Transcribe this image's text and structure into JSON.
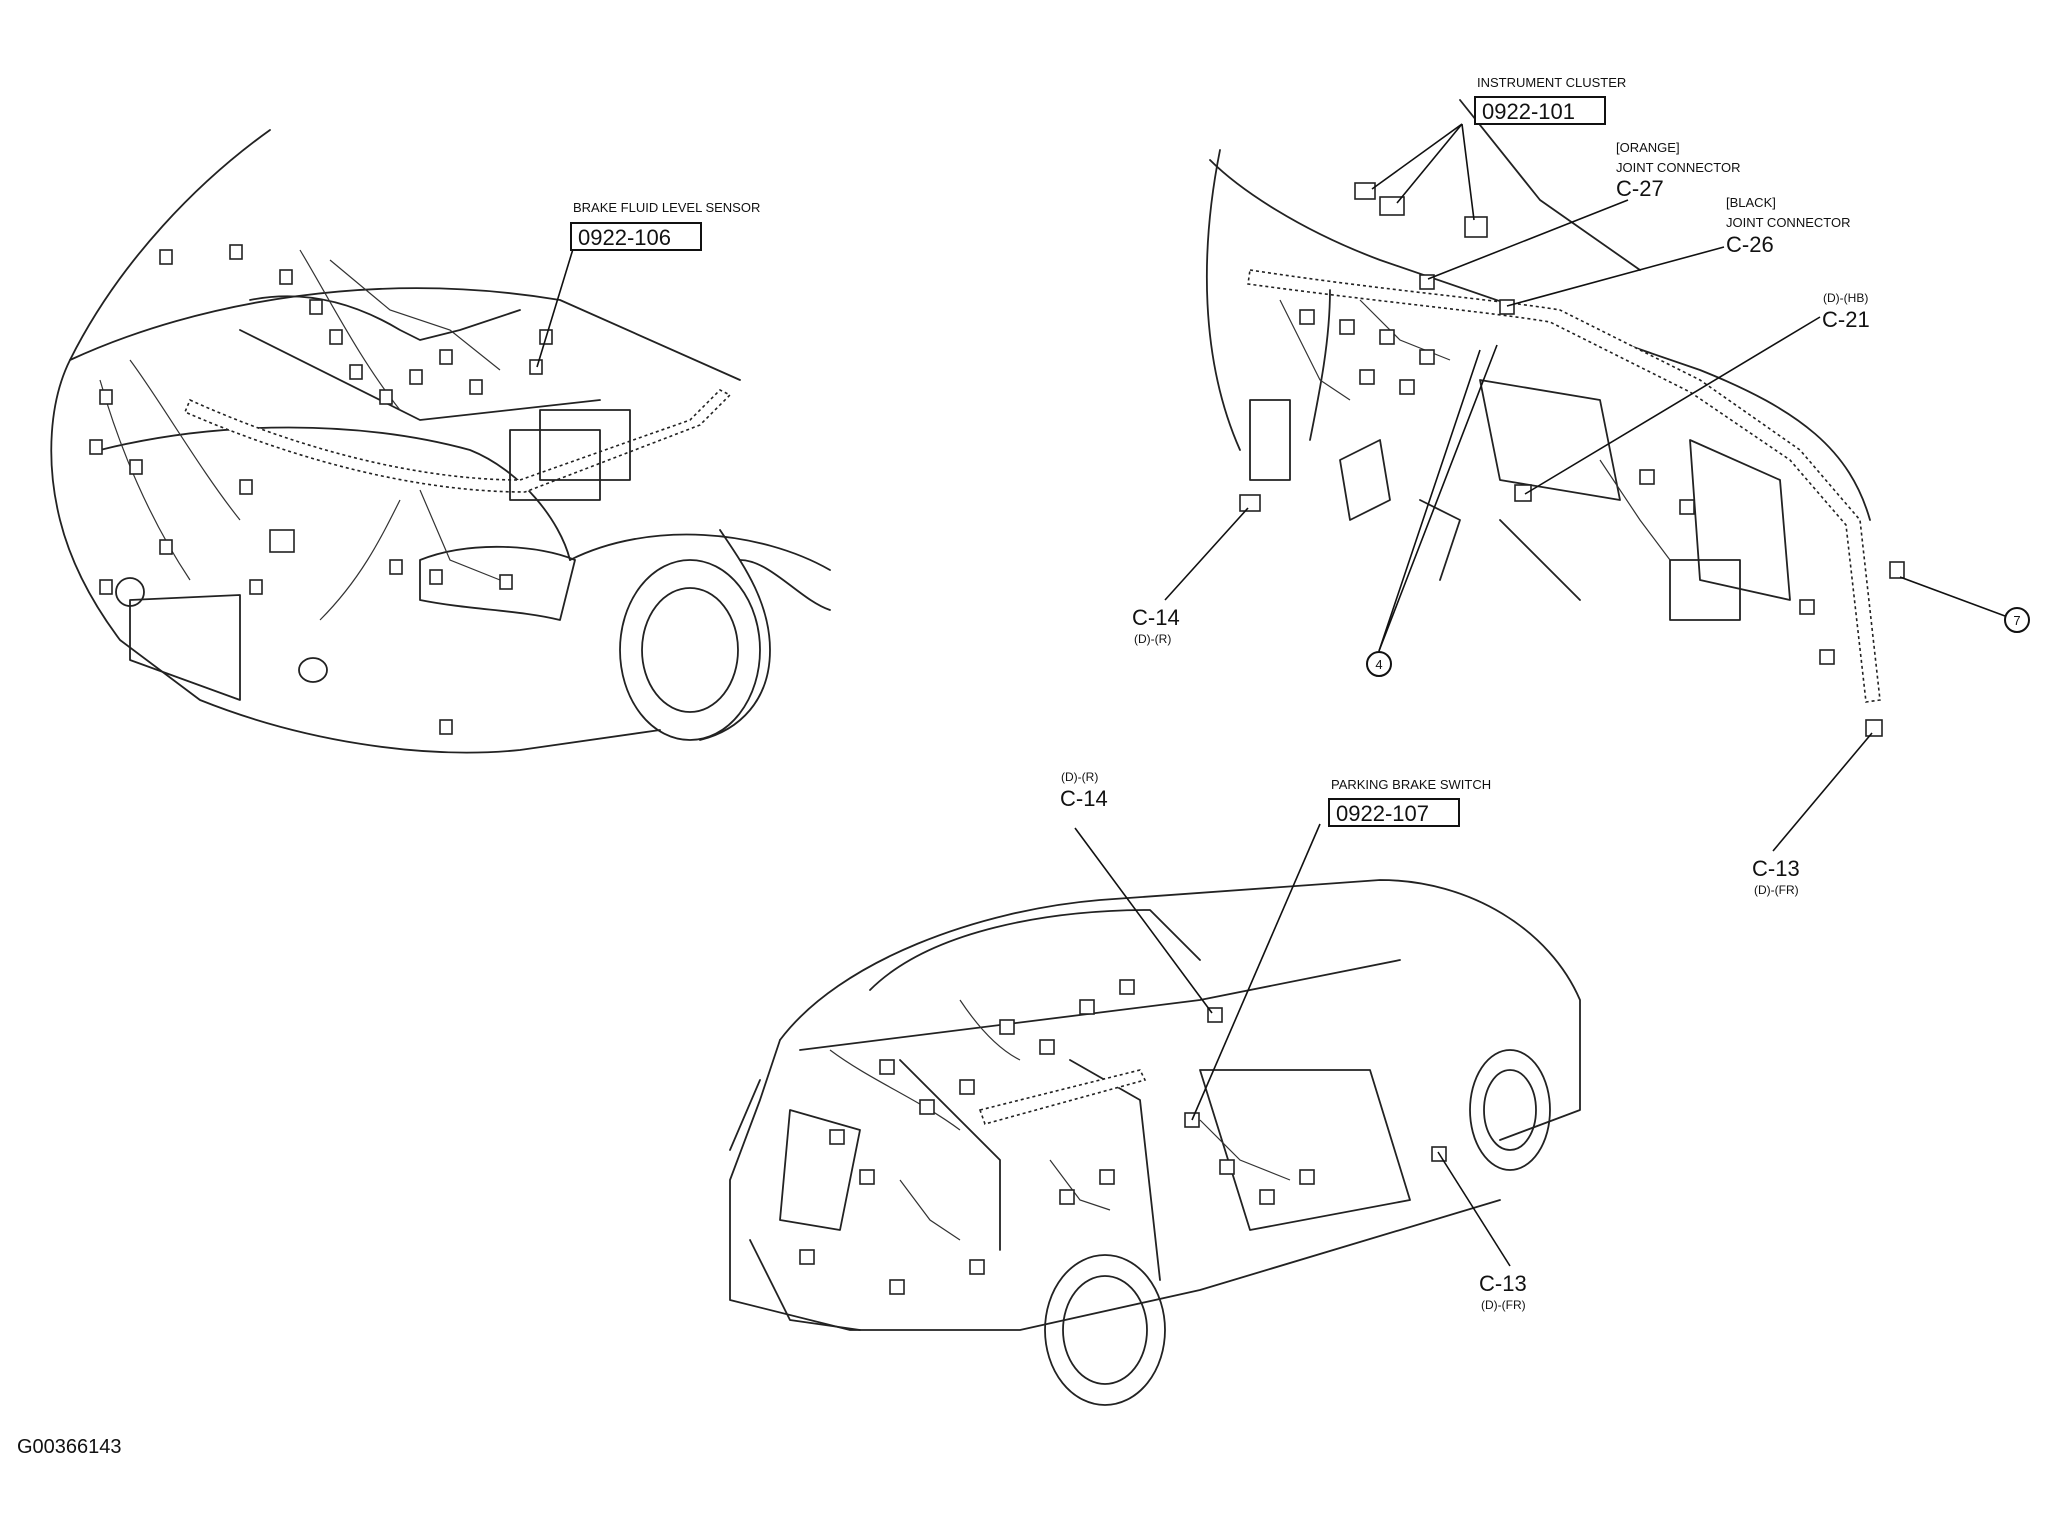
{
  "labels": {
    "instrument_cluster_title": "INSTRUMENT CLUSTER",
    "instrument_cluster_code": "0922-101",
    "orange_tag": "[ORANGE]",
    "orange_title": "JOINT CONNECTOR",
    "orange_code": "C-27",
    "black_tag": "[BLACK]",
    "black_title": "JOINT CONNECTOR",
    "black_code": "C-26",
    "c21_sub": "(D)-(HB)",
    "c21_code": "C-21",
    "c14_top_code": "C-14",
    "c14_top_sub": "(D)-(R)",
    "c13_right_code": "C-13",
    "c13_right_sub": "(D)-(FR)",
    "callout_4": "4",
    "callout_7": "7",
    "brake_fluid_title": "BRAKE FLUID LEVEL SENSOR",
    "brake_fluid_code": "0922-106",
    "c14_bottom_sub": "(D)-(R)",
    "c14_bottom_code": "C-14",
    "parking_brake_title": "PARKING BRAKE SWITCH",
    "parking_brake_code": "0922-107",
    "c13_bottom_code": "C-13",
    "c13_bottom_sub": "(D)-(FR)",
    "figure_id": "G00366143"
  }
}
